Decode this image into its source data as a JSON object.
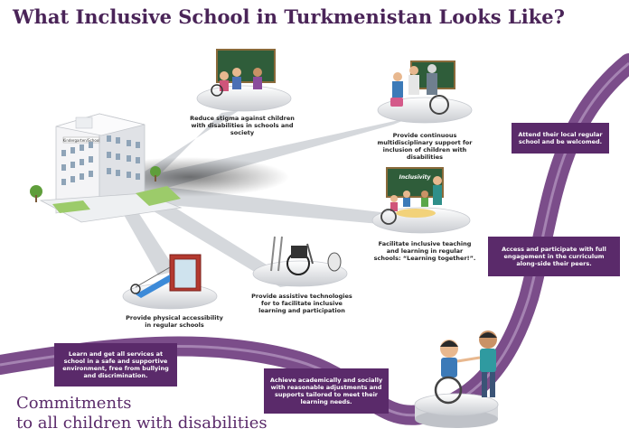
{
  "title": "What Inclusive School in Turkmenistan Looks Like?",
  "building_sign": "Kindergarten/School",
  "board_label": "Inclusivity",
  "stations": [
    {
      "caption": "Reduce stigma against children with disabilities in schools and society"
    },
    {
      "caption": "Provide continuous multidisciplinary support for inclusion of children with disabilities"
    },
    {
      "caption": "Facilitate inclusive teaching and learning in regular schools: “Learning together!”."
    },
    {
      "caption": "Provide assistive technologies for to facilitate inclusive learning and participation"
    },
    {
      "caption": "Provide physical accessibility in regular schools"
    }
  ],
  "commitments": [
    {
      "text": "Attend their local regular school and be welcomed."
    },
    {
      "text": "Access and participate with full engagement in the curriculum along-side their peers."
    },
    {
      "text": "Learn and get all services at school in a safe and supportive environment, free from bullying and discrimination."
    },
    {
      "text": "Achieve academically and socially with reasonable adjustments and supports tailored to meet their learning needs."
    }
  ],
  "footer": {
    "line1": "Commitments",
    "line2": "to all children with disabilities"
  },
  "colors": {
    "purple": "#5a2a6a",
    "title": "#4a2458",
    "ribbon": "#7b4d8a",
    "ray": "#d3d6db",
    "board": "#2f5d3a"
  }
}
